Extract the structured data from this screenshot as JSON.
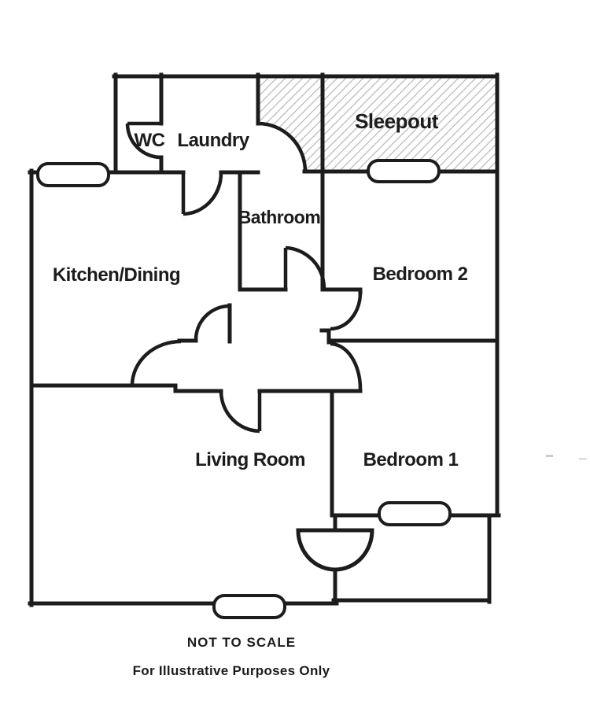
{
  "floorplan": {
    "rooms": [
      {
        "id": "wc",
        "label": "WC"
      },
      {
        "id": "laundry",
        "label": "Laundry"
      },
      {
        "id": "sleepout",
        "label": "Sleepout",
        "hatched": true
      },
      {
        "id": "bathroom",
        "label": "Bathroom"
      },
      {
        "id": "kitchen-dining",
        "label": "Kitchen/Dining"
      },
      {
        "id": "bedroom-2",
        "label": "Bedroom 2"
      },
      {
        "id": "living-room",
        "label": "Living Room"
      },
      {
        "id": "bedroom-1",
        "label": "Bedroom 1"
      }
    ],
    "notes": {
      "scale": "NOT TO SCALE",
      "disclaimer": "For Illustrative Purposes Only"
    },
    "features": {
      "windows": 4,
      "door_swings": 9,
      "entry_door": "half-circle swing at lower porch"
    },
    "colors": {
      "walls": "#1c1c1c",
      "hatch_lines": "#b8b8b8",
      "background": "#ffffff",
      "text": "#1c1c1c"
    }
  }
}
